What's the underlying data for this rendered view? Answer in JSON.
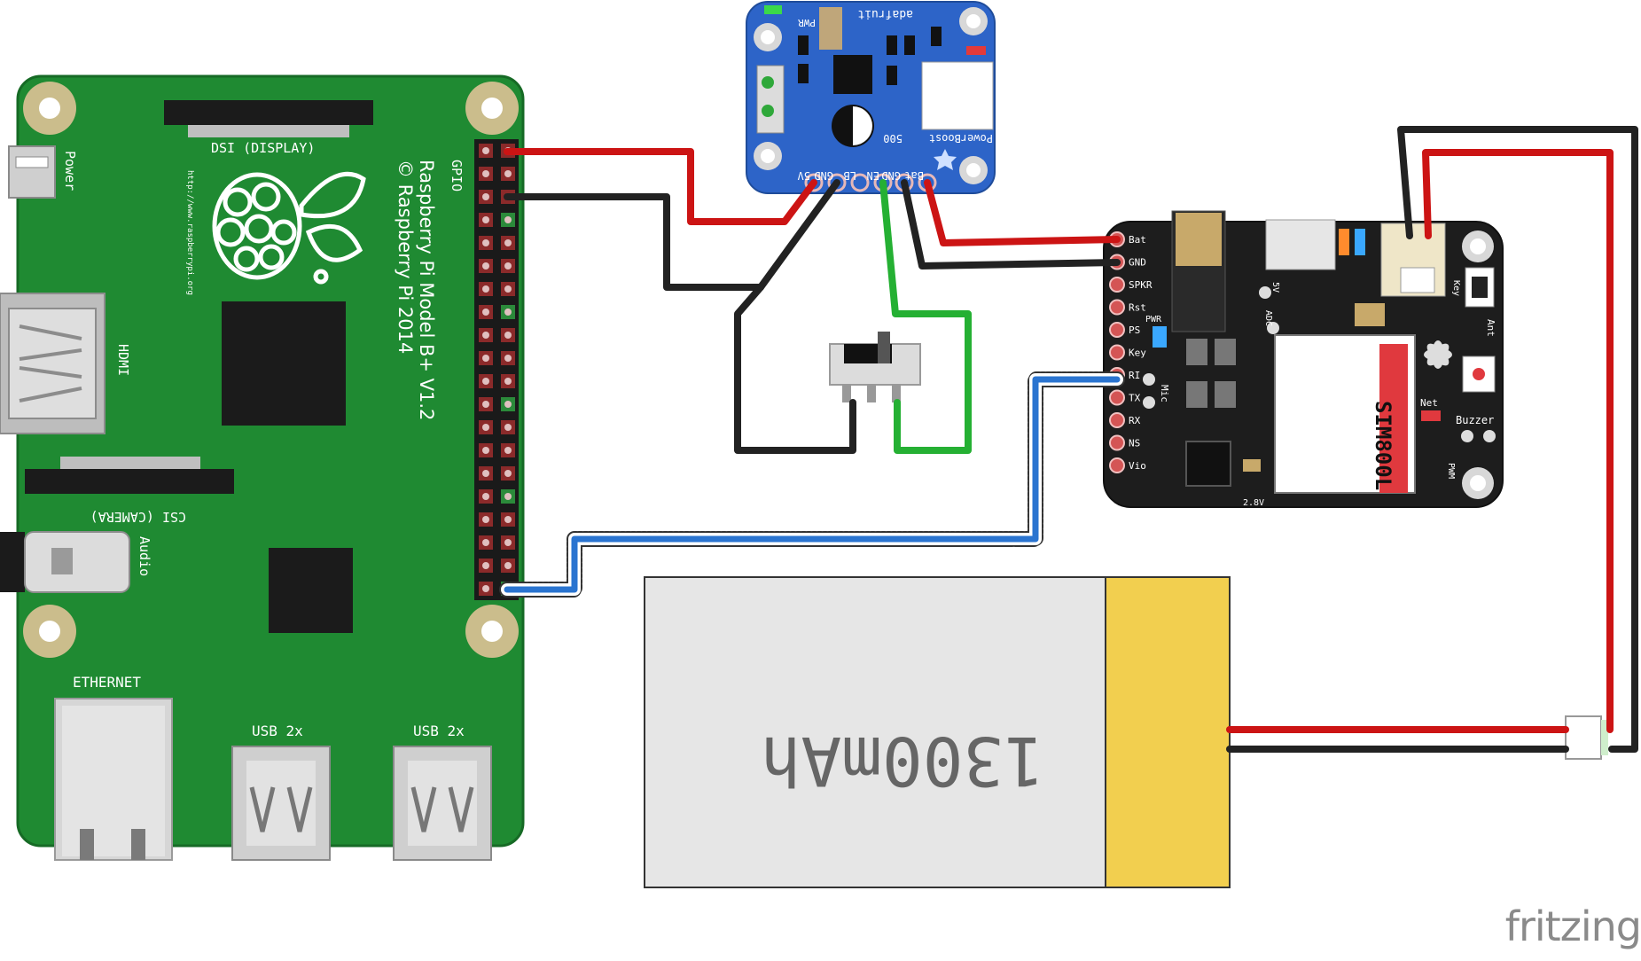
{
  "rpi": {
    "gpio": "GPIO",
    "model": "Raspberry Pi Model B+ V1.2",
    "copyright": "© Raspberry Pi 2014",
    "url": "http://www.raspberrypi.org",
    "dsi": "DSI (DISPLAY)",
    "csi": "CSI (CAMERA)",
    "power": "Power",
    "hdmi": "HDMI",
    "audio": "Audio",
    "ethernet": "ETHERNET",
    "usb1": "USB 2x",
    "usb2": "USB 2x"
  },
  "powerboost": {
    "brand": "adafruit",
    "pwr": "PWR",
    "name": "PowerBoost",
    "model": "500",
    "pins": [
      "5V",
      "GND",
      "LB",
      "EN",
      "GND",
      "Bat"
    ]
  },
  "fona": {
    "module": "SIM800L",
    "left_pins": [
      "Bat",
      "GND",
      "SPKR",
      "Rst",
      "PS",
      "Key",
      "RI",
      "TX",
      "RX",
      "NS",
      "Vio"
    ],
    "pwr": "PWR",
    "mic": "Mic",
    "key_label": "Key",
    "ant": "Ant",
    "net": "Net",
    "buzzer": "Buzzer",
    "pwm": "PWM",
    "adc": "ADC",
    "v5": "5V",
    "v28": "2.8V"
  },
  "battery": {
    "capacity": "1300mAh"
  },
  "watermark": "fritzing",
  "colors": {
    "rpi_board": "#1f8a32",
    "powerboost_board": "#2d64c8",
    "fona_board": "#1d1d1d",
    "wire_red": "#cc1414",
    "wire_black": "#222222",
    "wire_green": "#25b033",
    "wire_blue": "#2a74d0",
    "battery_body": "#e6e6e6",
    "battery_cap": "#f2cf4f"
  }
}
